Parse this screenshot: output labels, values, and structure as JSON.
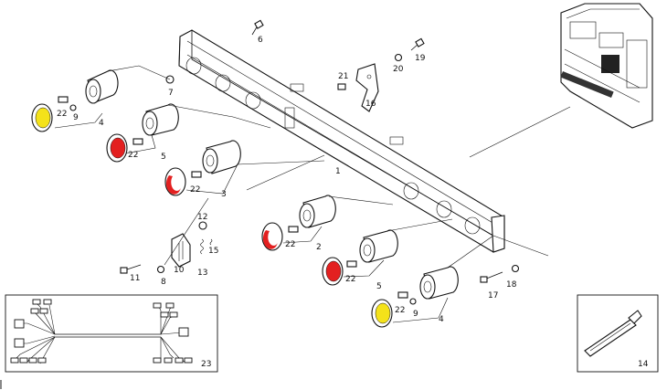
{
  "labels": {
    "p1": "1",
    "p2": "2",
    "p3": "3",
    "p4a": "4",
    "p4b": "4",
    "p5a": "5",
    "p5b": "5",
    "p6": "6",
    "p7": "7",
    "p8": "8",
    "p9a": "9",
    "p9b": "9",
    "p10": "10",
    "p11": "11",
    "p12": "12",
    "p13": "13",
    "p14": "14",
    "p15": "15",
    "p16": "16",
    "p17": "17",
    "p18": "18",
    "p19": "19",
    "p20": "20",
    "p21": "21",
    "p22a": "22",
    "p22b": "22",
    "p22c": "22",
    "p22d": "22",
    "p22e": "22",
    "p22f": "22",
    "p23": "23"
  },
  "colors": {
    "amber_lens": "#f4e21a",
    "red_lens": "#e32020",
    "line": "#111111"
  }
}
